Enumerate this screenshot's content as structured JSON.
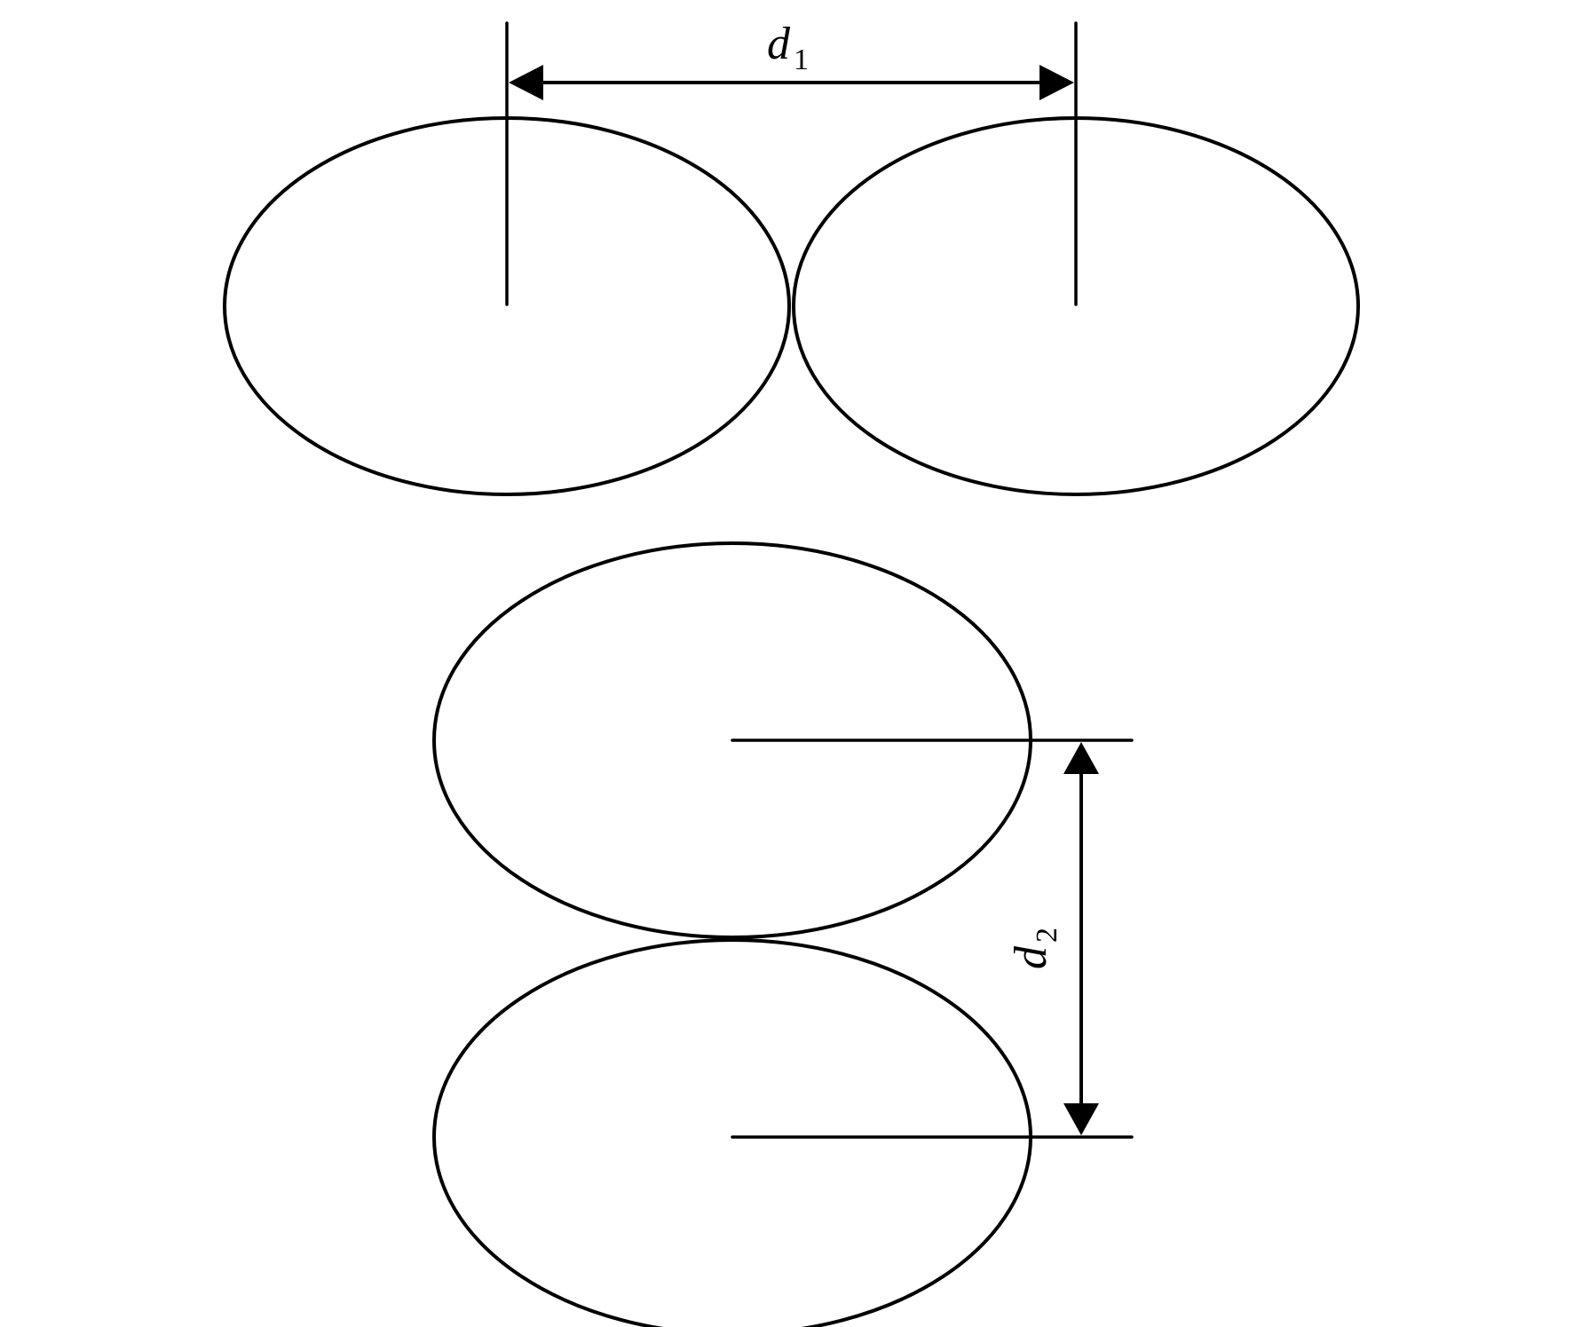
{
  "diagram": {
    "labels": {
      "horizontal_spacing": {
        "symbol": "d",
        "subscript": "1"
      },
      "vertical_spacing": {
        "symbol": "d",
        "subscript": "2"
      }
    },
    "ellipses": [
      {
        "name": "top-left-ellipse"
      },
      {
        "name": "top-right-ellipse"
      },
      {
        "name": "middle-ellipse"
      },
      {
        "name": "bottom-ellipse"
      }
    ]
  }
}
